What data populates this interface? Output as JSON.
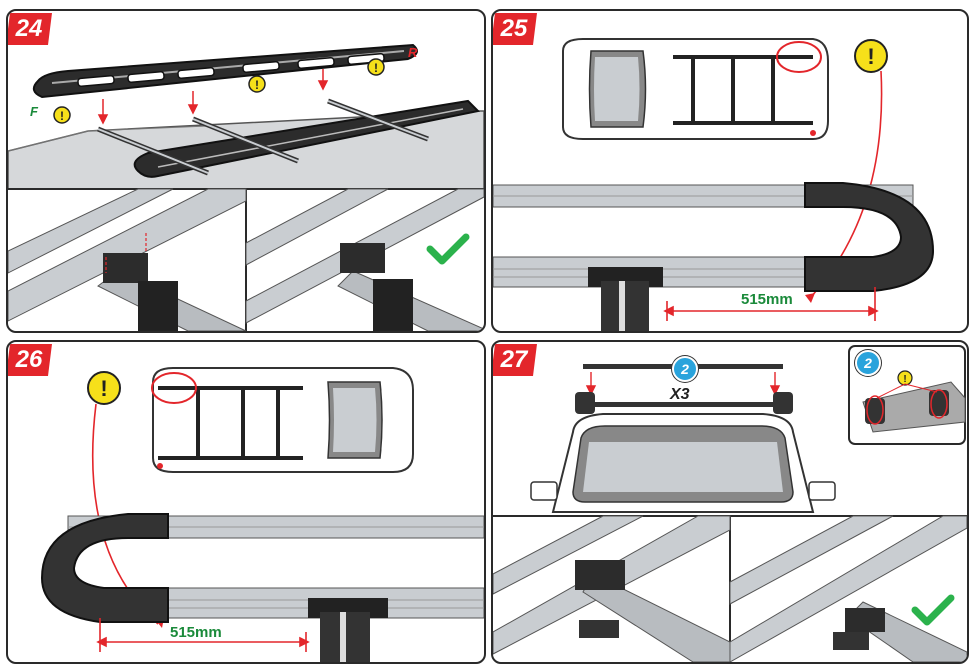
{
  "steps": [
    {
      "number": "24",
      "front_label": "F",
      "rear_label": "R"
    },
    {
      "number": "25",
      "measurement": "515mm"
    },
    {
      "number": "26",
      "measurement": "515mm"
    },
    {
      "number": "27",
      "part_number": "2",
      "quantity": "X3"
    }
  ],
  "colors": {
    "step_badge": "#e3262b",
    "warning_yellow": "#f6e01a",
    "callout_red": "#e3262b",
    "measure_green": "#1a8a3a",
    "check_green": "#2bb24c",
    "part_blue": "#29a3dc",
    "rail_silver": "#c9cdd1",
    "rail_dark": "#222222"
  },
  "icons": [
    "warning-icon",
    "checkmark-icon",
    "measurement-arrow-icon",
    "callout-arrow-icon"
  ]
}
